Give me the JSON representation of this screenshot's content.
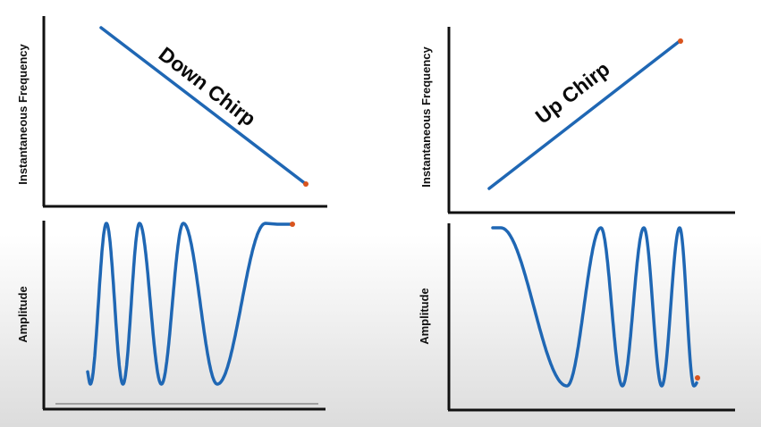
{
  "panels": {
    "down": {
      "title": "Down Chirp",
      "freq_ylabel": "Instantaneous Frequency",
      "amp_ylabel": "Amplitude"
    },
    "up": {
      "title": "Up Chirp",
      "freq_ylabel": "Instantaneous Frequency",
      "amp_ylabel": "Amplitude"
    }
  },
  "colors": {
    "axis": "#111111",
    "line": "#1f67b4",
    "endpoint": "#d9541e"
  }
}
